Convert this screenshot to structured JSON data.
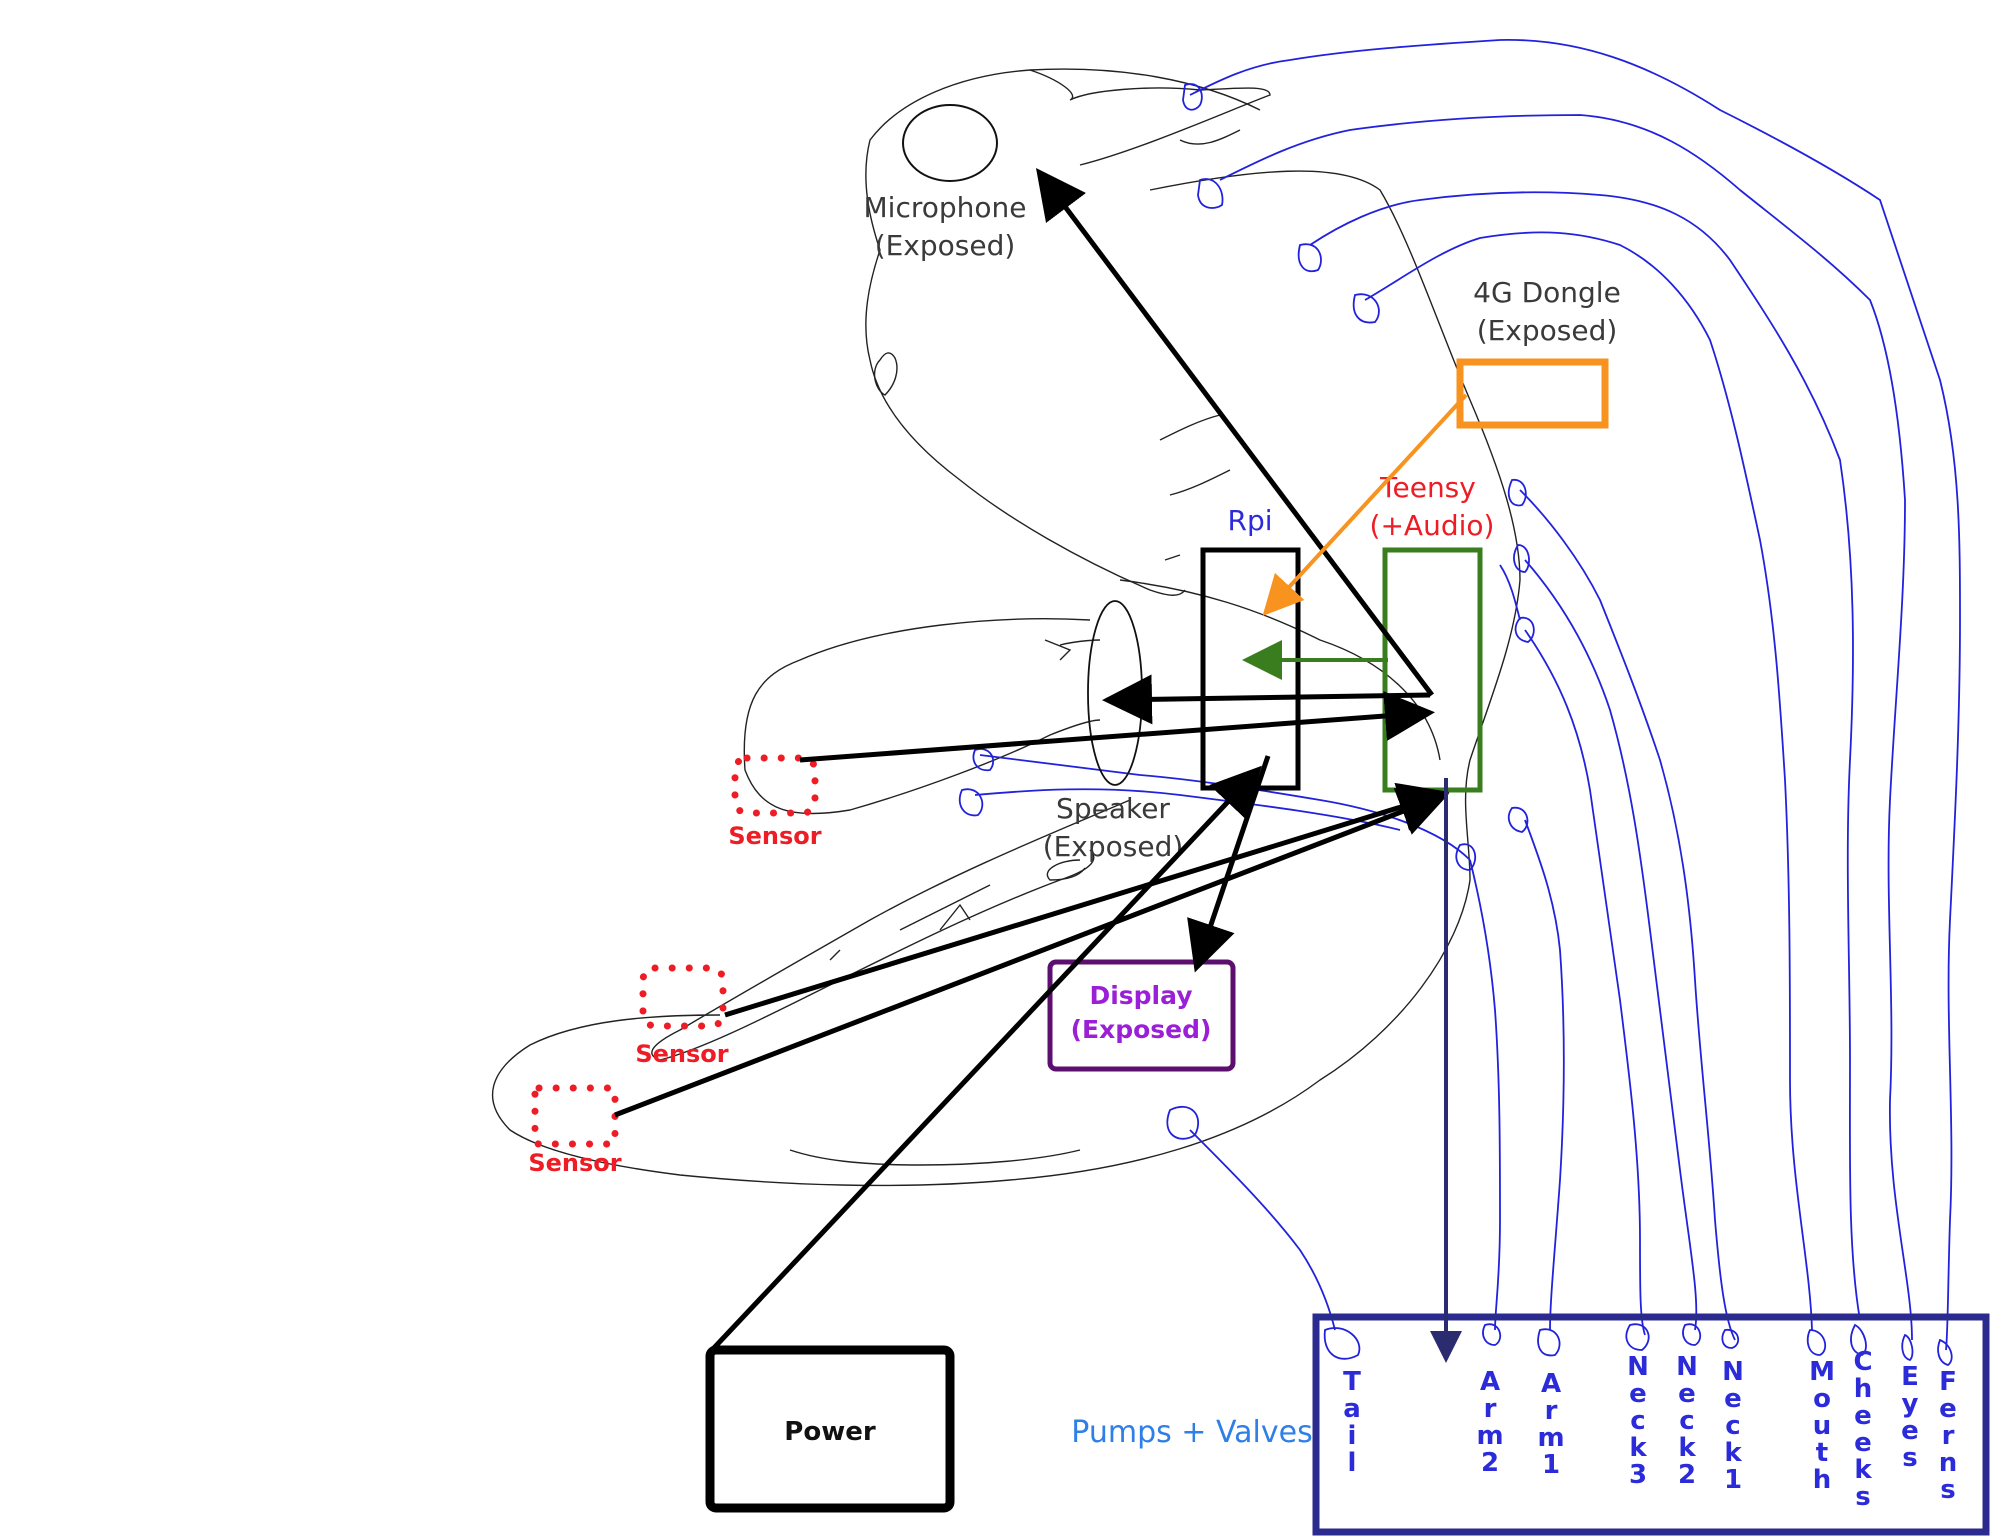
{
  "labels": {
    "microphone_line1": "Microphone",
    "microphone_line2": "(Exposed)",
    "dongle_line1": "4G Dongle",
    "dongle_line2": "(Exposed)",
    "teensy_line1": "Teensy",
    "teensy_line2": "(+Audio)",
    "rpi": "Rpi",
    "speaker_line1": "Speaker",
    "speaker_line2": "(Exposed)",
    "sensor": "Sensor",
    "display_line1": "Display",
    "display_line2": "(Exposed)",
    "power": "Power",
    "pumps_valves": "Pumps + Valves"
  },
  "channels": [
    {
      "label": "Tail"
    },
    {
      "label": "Arm2"
    },
    {
      "label": "Arm1"
    },
    {
      "label": "Neck3"
    },
    {
      "label": "Neck2"
    },
    {
      "label": "Neck1"
    },
    {
      "label": "Mouth"
    },
    {
      "label": "Cheeks"
    },
    {
      "label": "Eyes"
    },
    {
      "label": "Ferns"
    }
  ],
  "colors": {
    "outline": "#222222",
    "arrow": "#000000",
    "dongle": "#f7931e",
    "teensy": "#3a7d1f",
    "rpi": "#000000",
    "display": "#5c0f6e",
    "pumps_box": "#2b2b8f",
    "wires": "#2222dd",
    "sensor": "#ee1c24"
  }
}
